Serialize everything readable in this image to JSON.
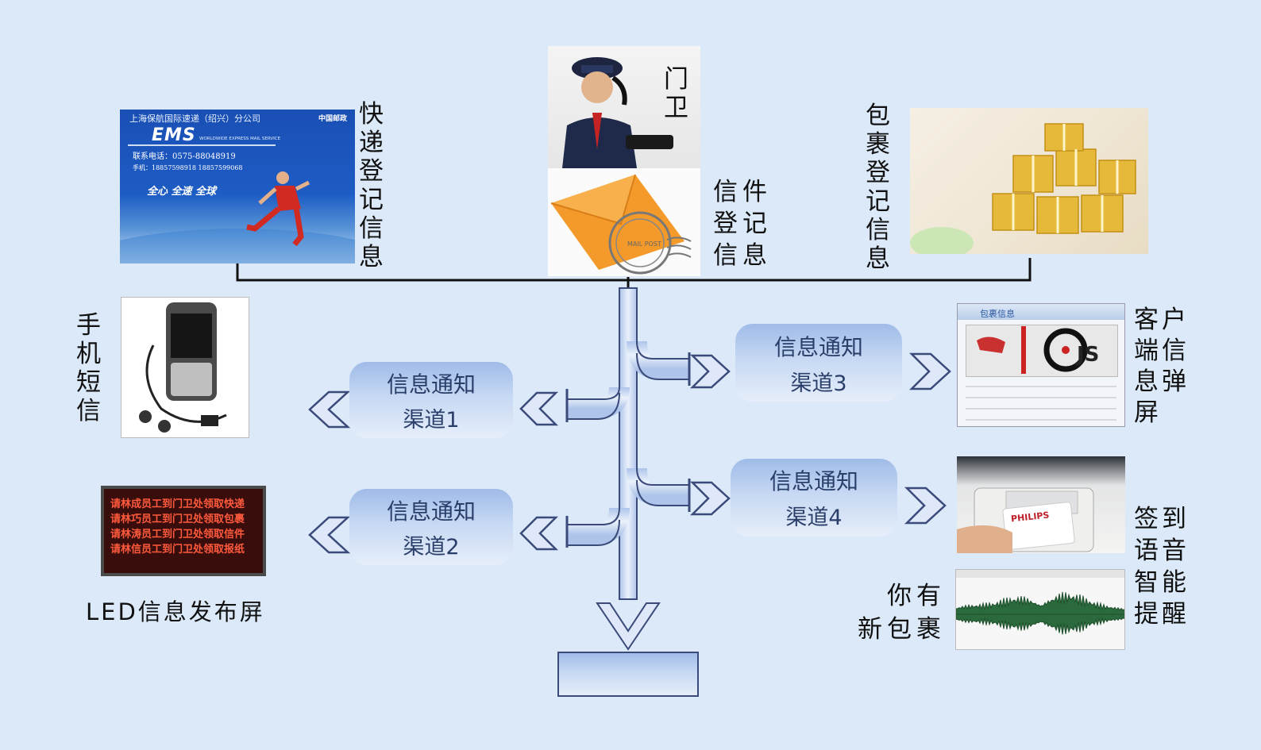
{
  "sources": {
    "express": "快\n递\n登\n记\n信\n息",
    "guard": "门\n卫",
    "letter": "信件\n登记\n信息",
    "parcel": "包\n裹\n登\n记\n信\n息"
  },
  "ems_card": {
    "company": "上海保航国际速递（绍兴）分公司",
    "brand": "EMS",
    "tagline": "WORLDWIDE EXPRESS MAIL SERVICE",
    "phone": "联系电话：0575-88048919",
    "mobile": "手机：18857598918  18857599068",
    "slogan": "全心 全速 全球",
    "logo": "中国邮政"
  },
  "channels": [
    {
      "line1": "信息通知",
      "line2": "渠道1"
    },
    {
      "line1": "信息通知",
      "line2": "渠道2"
    },
    {
      "line1": "信息通知",
      "line2": "渠道3"
    },
    {
      "line1": "信息通知",
      "line2": "渠道4"
    }
  ],
  "outputs": {
    "sms": "手\n机\n短\n信",
    "led": "LED信息发布屏",
    "client": "客户\n端信\n息弹\n屏",
    "voice": "签到\n语音\n智能\n提醒",
    "new_parcel": "你有\n新包裹"
  },
  "led_lines": [
    "请林成员工到门卫处领取快递",
    "请林巧员工到门卫处领取包裹",
    "请林涛员工到门卫处领取信件",
    "请林信员工到门卫处领取报纸"
  ],
  "client_window": {
    "title": "包裹信息"
  },
  "card_reader": {
    "brand": "PHILIPS"
  },
  "stamp": {
    "text": "MAIL POST"
  },
  "colors": {
    "background": "#dbe9f8",
    "pipe": "#c8d8f0",
    "pipe_stroke": "#3a4a7a",
    "channel_box": "#b7cdee",
    "led_text": "#ff5a3c"
  }
}
